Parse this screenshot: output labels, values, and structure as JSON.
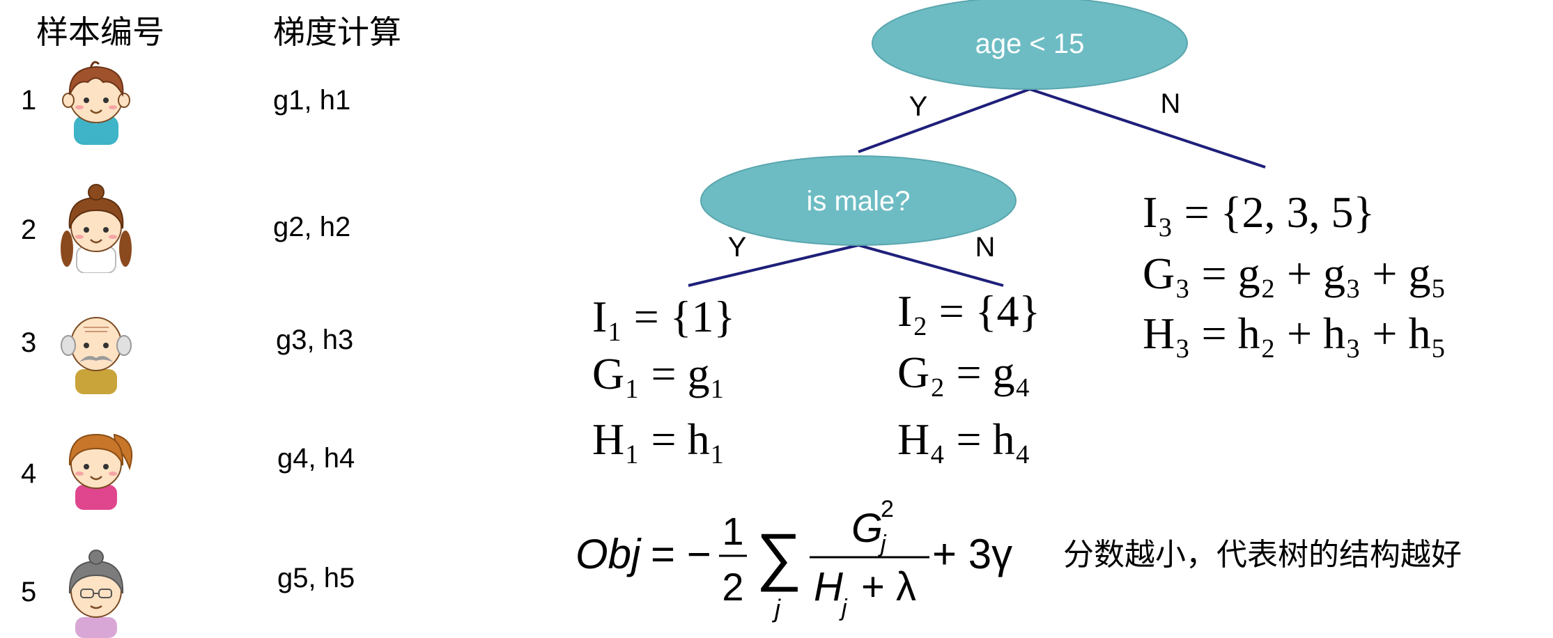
{
  "table": {
    "col_sample_header": "样本编号",
    "col_grad_header": "梯度计算",
    "rows": [
      {
        "id": "1",
        "grad": "g1, h1",
        "avatar": "boy-avatar-icon"
      },
      {
        "id": "2",
        "grad": "g2, h2",
        "avatar": "girl-braids-avatar-icon"
      },
      {
        "id": "3",
        "grad": "g3, h3",
        "avatar": "grandpa-avatar-icon"
      },
      {
        "id": "4",
        "grad": "g4, h4",
        "avatar": "girl-ponytail-avatar-icon"
      },
      {
        "id": "5",
        "grad": "g5, h5",
        "avatar": "grandma-avatar-icon"
      }
    ]
  },
  "tree": {
    "root_label": "age < 15",
    "child_label": "is male?",
    "yes_label": "Y",
    "no_label": "N",
    "node_color": "#6dbcc4",
    "edge_color": "#1f1f7a"
  },
  "leaves": {
    "leaf1": {
      "I": "I₁ = {1}",
      "G": "G₁ = g₁",
      "H": "H₁ = h₁"
    },
    "leaf2": {
      "I": "I₂ = {4}",
      "G": "G₂ = g₄",
      "H": "H₄ = h₄"
    },
    "leaf3": {
      "I": "I₃ = {2, 3, 5}",
      "G": "G₃ = g₂ + g₃ + g₅",
      "H": "H₃ = h₂ + h₃ + h₅"
    }
  },
  "formula": {
    "lhs": "Obj",
    "eq": "= −",
    "num_half": "1",
    "den_half": "2",
    "sum": "∑",
    "sum_index": "j",
    "numerator": "G",
    "numerator_sup": "2",
    "numerator_sub": "j",
    "denominator": "H",
    "denominator_sub": "j",
    "denominator_tail": "+ λ",
    "tail": "+ 3γ"
  },
  "note": "分数越小，代表树的结构越好"
}
